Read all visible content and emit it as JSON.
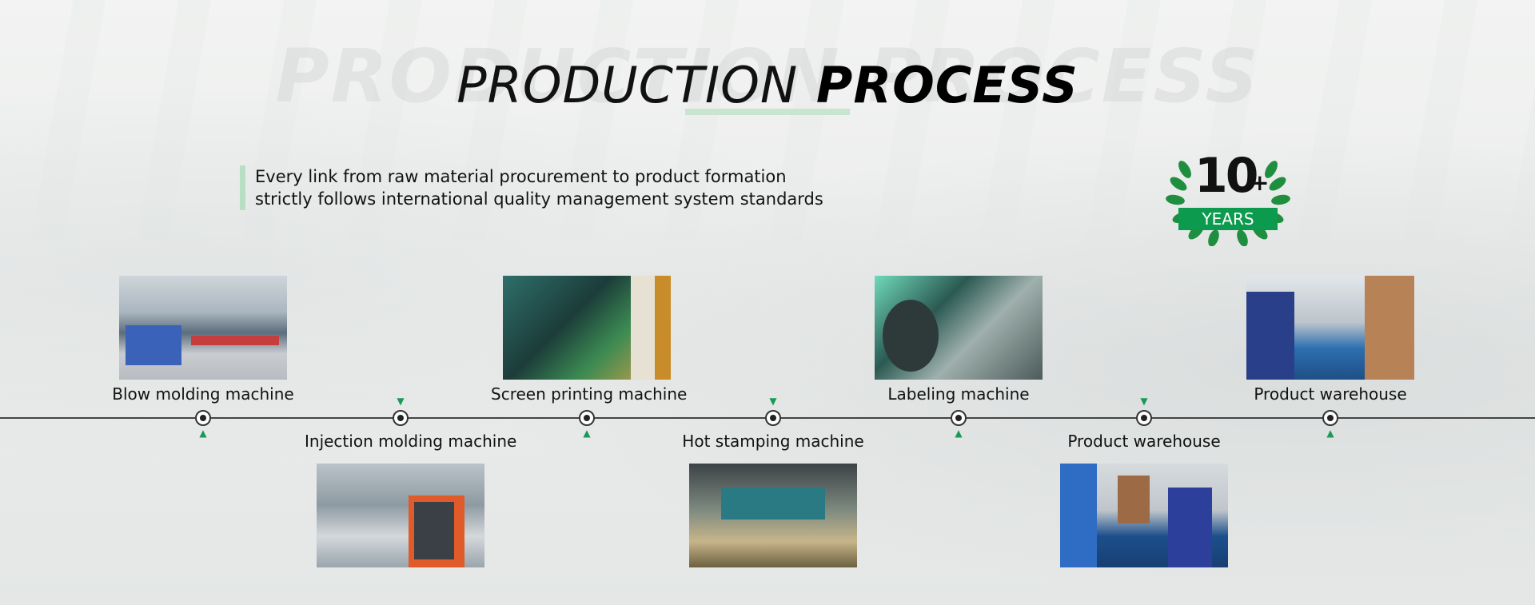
{
  "background_title": "PRODUCTION PROCESS",
  "title": {
    "light": "PRODUCTION",
    "bold": "PROCESS"
  },
  "intro": {
    "line1": "Every link from raw material procurement to product formation",
    "line2": "strictly follows international quality management system standards"
  },
  "badge": {
    "number": "10",
    "plus": "+",
    "label": "YEARS"
  },
  "steps": [
    {
      "label": "Blow molding machine",
      "position": "up"
    },
    {
      "label": "Injection molding machine",
      "position": "down"
    },
    {
      "label": "Screen printing machine",
      "position": "up"
    },
    {
      "label": "Hot stamping machine",
      "position": "down"
    },
    {
      "label": "Labeling machine",
      "position": "up"
    },
    {
      "label": "Product warehouse",
      "position": "down"
    },
    {
      "label": "Product warehouse",
      "position": "up"
    }
  ],
  "colors": {
    "accent_green": "#0c9a4f",
    "underline": "#c7e5cf",
    "text": "#111111"
  }
}
